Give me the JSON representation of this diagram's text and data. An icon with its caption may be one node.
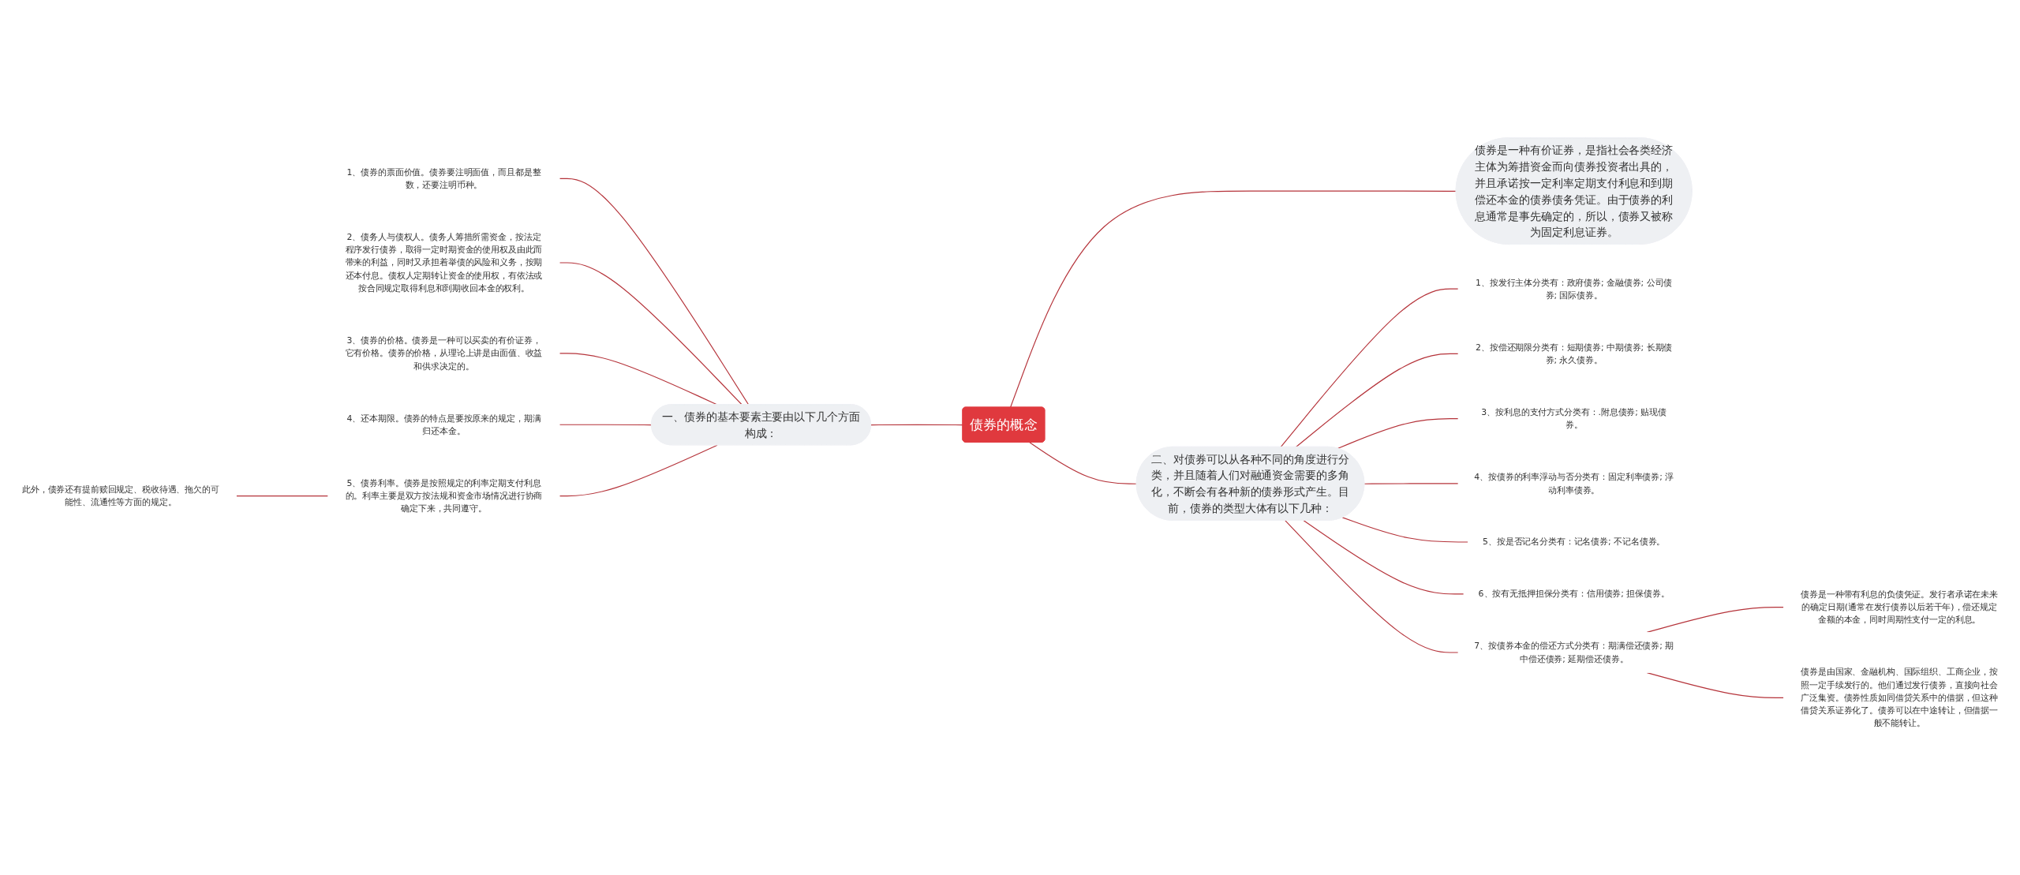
{
  "diagram": {
    "nodes": [
      {
        "text": [
          "债券的概念"
        ]
      },
      {
        "text": [
          "债券是一种有价证券，是指社会各类经济主体为筹措资金而向债券投资者出具的，并且承诺按一定利率定期支付利息和到期偿还本金的债券债务凭证。由于债券的利息通常是事先确定的，所以，债券又被称为固定利息证券。"
        ]
      },
      {
        "text": [
          "一、债券的基本要素主要由以下几个方面构成："
        ]
      },
      {
        "text": [
          "1、债券的票面价值。债券要注明面值，而且都是整数，还要注明币种。"
        ]
      },
      {
        "text": [
          "2、债务人与债权人。债务人筹措所需资金，按法定程序发行债券，取得一定时期资金的使用权及由此而带来的利益，同时又承担着举债的风险和义务，按期还本付息。债权人定期转让资金的使用权，有依法或按合同规定取得利息和到期收回本金的权利。"
        ]
      },
      {
        "text": [
          "3、债券的价格。债券是一种可以买卖的有价证券，它有价格。债券的价格，从理论上讲是由面值、收益和供求决定的。"
        ]
      },
      {
        "text": [
          "4、还本期限。债券的特点是要按原来的规定，期满归还本金。"
        ]
      },
      {
        "text": [
          "5、债券利率。债券是按照规定的利率定期支付利息的。利率主要是双方按法规和资金市场情况进行协商确定下来，共同遵守。"
        ]
      },
      {
        "text": [
          "此外，债券还有提前赎回规定、税收待遇、拖欠的可能性、流通性等方面的规定。"
        ]
      },
      {
        "text": [
          "二、对债券可以从各种不同的角度进行分类，并且随着人们对融通资金需要的多角化，不断会有各种新的债券形式产生。目前，债券的类型大体有以下几种："
        ]
      },
      {
        "text": [
          "1、按发行主体分类有：政府债券; 金融债券; 公司债券; 国际债券。"
        ]
      },
      {
        "text": [
          "2、按偿还期限分类有：短期债券; 中期债券; 长期债券; 永久债券。"
        ]
      },
      {
        "text": [
          "3、按利息的支付方式分类有：.附息债券; 贴现债券。"
        ]
      },
      {
        "text": [
          "4、按债券的利率浮动与否分类有：固定利率债券; 浮动利率债券。"
        ]
      },
      {
        "text": [
          "5、按是否记名分类有：记名债券; 不记名债券。"
        ]
      },
      {
        "text": [
          "6、按有无抵押担保分类有：信用债券; 担保债券。"
        ]
      },
      {
        "text": [
          "7、按债券本金的偿还方式分类有：期满偿还债券; 期中偿还债券; 延期偿还债券。"
        ]
      },
      {
        "text": [
          "债券是一种带有利息的负债凭证。发行者承诺在未来的确定日期(通常在发行债券以后若干年)，偿还规定金额的本金，同时周期性支付一定的利息。"
        ]
      },
      {
        "text": [
          "债券是由国家、金融机构、国际组织、工商企业，按照一定手续发行的。他们通过发行债券，直接向社会广泛集资。债券性质如同借贷关系中的借据，但这种借贷关系证券化了。债券可以在中途转让，但借据一般不能转让。"
        ]
      }
    ],
    "edges": [
      {
        "from": 0,
        "to": 1,
        "arrow": "none"
      },
      {
        "from": 2,
        "to": 0,
        "arrow": "none"
      },
      {
        "from": 3,
        "to": 2,
        "arrow": "none"
      },
      {
        "from": 4,
        "to": 2,
        "arrow": "none"
      },
      {
        "from": 5,
        "to": 2,
        "arrow": "none"
      },
      {
        "from": 6,
        "to": 2,
        "arrow": "none"
      },
      {
        "from": 7,
        "to": 2,
        "arrow": "none"
      },
      {
        "from": 8,
        "to": 7,
        "arrow": "none"
      },
      {
        "from": 0,
        "to": 9,
        "arrow": "none"
      },
      {
        "from": 9,
        "to": 10,
        "arrow": "none"
      },
      {
        "from": 9,
        "to": 11,
        "arrow": "none"
      },
      {
        "from": 9,
        "to": 12,
        "arrow": "none"
      },
      {
        "from": 9,
        "to": 13,
        "arrow": "none"
      },
      {
        "from": 9,
        "to": 14,
        "arrow": "none"
      },
      {
        "from": 9,
        "to": 15,
        "arrow": "none"
      },
      {
        "from": 9,
        "to": 16,
        "arrow": "none"
      },
      {
        "from": 16,
        "to": 17,
        "arrow": "none"
      },
      {
        "from": 16,
        "to": 18,
        "arrow": "none"
      }
    ]
  }
}
